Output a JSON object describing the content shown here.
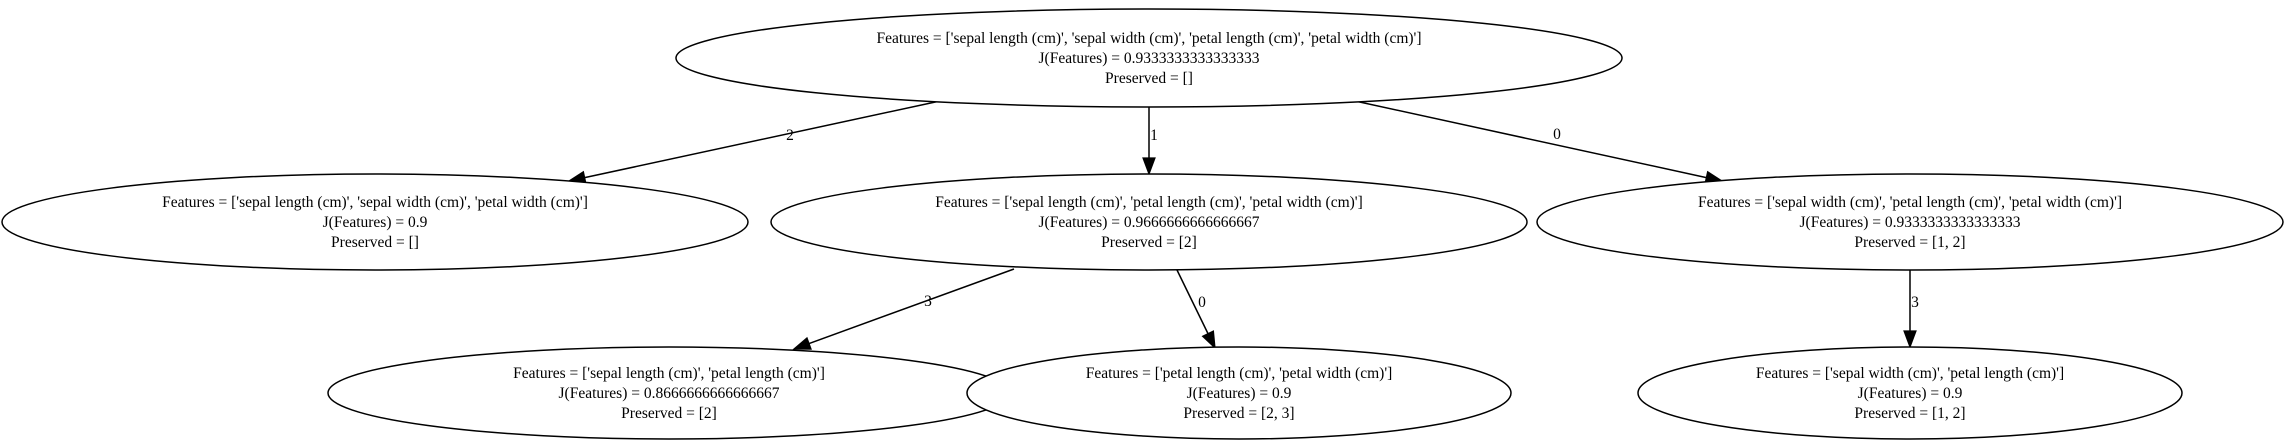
{
  "nodes": [
    {
      "id": "root",
      "features": "Features = ['sepal length (cm)', 'sepal width (cm)', 'petal length (cm)', 'petal width (cm)']",
      "j": "J(Features) = 0.9333333333333333",
      "preserved": "Preserved = []"
    },
    {
      "id": "n_remove2",
      "features": "Features = ['sepal length (cm)', 'sepal width (cm)', 'petal width (cm)']",
      "j": "J(Features) = 0.9",
      "preserved": "Preserved = []"
    },
    {
      "id": "n_remove1",
      "features": "Features = ['sepal length (cm)', 'petal length (cm)', 'petal width (cm)']",
      "j": "J(Features) = 0.9666666666666667",
      "preserved": "Preserved = [2]"
    },
    {
      "id": "n_remove0",
      "features": "Features = ['sepal width (cm)', 'petal length (cm)', 'petal width (cm)']",
      "j": "J(Features) = 0.9333333333333333",
      "preserved": "Preserved = [1, 2]"
    },
    {
      "id": "n_remove1_3",
      "features": "Features = ['sepal length (cm)', 'petal length (cm)']",
      "j": "J(Features) = 0.8666666666666667",
      "preserved": "Preserved = [2]"
    },
    {
      "id": "n_remove1_0",
      "features": "Features = ['petal length (cm)', 'petal width (cm)']",
      "j": "J(Features) = 0.9",
      "preserved": "Preserved = [2, 3]"
    },
    {
      "id": "n_remove0_3",
      "features": "Features = ['sepal width (cm)', 'petal length (cm)']",
      "j": "J(Features) = 0.9",
      "preserved": "Preserved = [1, 2]"
    }
  ],
  "edges": [
    {
      "from": "root",
      "to": "n_remove2",
      "label": "2"
    },
    {
      "from": "root",
      "to": "n_remove1",
      "label": "1"
    },
    {
      "from": "root",
      "to": "n_remove0",
      "label": "0"
    },
    {
      "from": "n_remove1",
      "to": "n_remove1_3",
      "label": "3"
    },
    {
      "from": "n_remove1",
      "to": "n_remove1_0",
      "label": "0"
    },
    {
      "from": "n_remove0",
      "to": "n_remove0_3",
      "label": "3"
    }
  ]
}
